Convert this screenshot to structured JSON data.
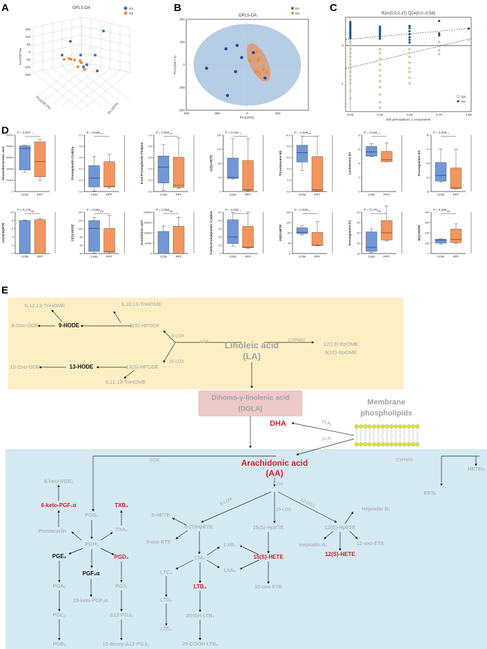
{
  "panel_labels": {
    "a": "A",
    "b": "B",
    "c": "C",
    "d": "D",
    "e": "E"
  },
  "colors": {
    "dv": "#3d6fae",
    "ns": "#f08a3c",
    "con": "#7197d6",
    "ppt": "#f2955e",
    "ellipse_outer": "#b6cde6",
    "ellipse_inner": "#d9a184",
    "yellow_bg": "#fdefc4",
    "blue_bg": "#d4e9f1",
    "dgla_bg": "#eccaca",
    "red": "#d3202e",
    "gray": "#a3a3a3"
  },
  "chart_data": [
    {
      "panel": "A",
      "type": "scatter3d",
      "title": "OPLS-DA",
      "legend": [
        "DV",
        "NS"
      ],
      "legend_placement": "top-right",
      "axis_labels": {
        "x": "PC1(20%)",
        "y": "PCo1(56.1%)",
        "z": "PCo2(4.6%)"
      },
      "z_ticks": [
        "150",
        "100",
        "50",
        "0",
        "-50",
        "-100",
        "-150"
      ],
      "y_ticks": [
        "-400",
        "-200",
        "0",
        "200",
        "400"
      ],
      "x_ticks": [
        "-400",
        "-200",
        "0",
        "200"
      ]
    },
    {
      "panel": "B",
      "type": "scatter",
      "title": "OPLS-DA",
      "xlabel": "PC1(20%)",
      "ylabel": "PCo1(56.1%)",
      "xlim": [
        -600,
        600
      ],
      "ylim": [
        -600,
        600
      ],
      "xticks": [
        "-600",
        "-300",
        "0",
        "300"
      ],
      "yticks": [
        "600",
        "300",
        "0",
        "-300",
        "-600"
      ],
      "legend": [
        "DV",
        "NS"
      ],
      "legend_placement": "top-right",
      "series": [
        {
          "name": "DV",
          "points": [
            [
              -400,
              -45
            ],
            [
              -210,
              210
            ],
            [
              -100,
              255
            ],
            [
              -55,
              95
            ],
            [
              -115,
              -90
            ],
            [
              -195,
              -405
            ],
            [
              60,
              160
            ],
            [
              175,
              -175
            ]
          ]
        },
        {
          "name": "NS",
          "points": [
            [
              95,
              175
            ],
            [
              25,
              55
            ],
            [
              110,
              80
            ],
            [
              105,
              55
            ],
            [
              90,
              -90
            ],
            [
              110,
              -100
            ],
            [
              155,
              -60
            ],
            [
              190,
              -105
            ]
          ]
        }
      ]
    },
    {
      "panel": "C",
      "type": "scatter",
      "title": "R2=(0.0,0.17)   Q2=(0.0,-0.58)",
      "xlabel": "200 permutations 1 components",
      "xticks": [
        "0.00",
        "0.25",
        "0.50",
        "0.75",
        "1.00"
      ],
      "yticks": [
        "0",
        "-1"
      ],
      "xlim": [
        -0.04,
        1.02
      ],
      "ylim": [
        -1.75,
        0.75
      ],
      "legend": [
        "Q2",
        "R2"
      ],
      "legend_placement": "bottom-right",
      "series": [
        {
          "name": "R2",
          "x": [
            0,
            0,
            0,
            0,
            0,
            0,
            0,
            0,
            0,
            0,
            0.25,
            0.25,
            0.25,
            0.25,
            0.25,
            0.25,
            0.25,
            0.25,
            0.25,
            0.5,
            0.5,
            0.5,
            0.5,
            0.5,
            0.5,
            0.5,
            0.75,
            0.75,
            0.75,
            1.0
          ],
          "y": [
            0.62,
            0.58,
            0.54,
            0.5,
            0.45,
            0.4,
            0.35,
            0.3,
            0.25,
            0.2,
            0.5,
            0.46,
            0.42,
            0.38,
            0.34,
            0.3,
            0.26,
            0.22,
            0.18,
            0.52,
            0.46,
            0.38,
            0.3,
            0.22,
            0.15,
            0.08,
            0.65,
            0.32,
            0.27,
            0.45
          ]
        },
        {
          "name": "Q2",
          "x": [
            0,
            0,
            0,
            0,
            0,
            0,
            0,
            0,
            0,
            0,
            0,
            0,
            0,
            0,
            0.25,
            0.25,
            0.25,
            0.25,
            0.25,
            0.25,
            0.25,
            0.25,
            0.25,
            0.25,
            0.25,
            0.25,
            0.5,
            0.5,
            0.5,
            0.5,
            0.5,
            0.5,
            0.5,
            0.5,
            0.75,
            0.75,
            0.75,
            1.0
          ],
          "y": [
            0.1,
            0,
            -0.1,
            -0.2,
            -0.3,
            -0.4,
            -0.5,
            -0.6,
            -0.7,
            -0.8,
            -0.9,
            -1.0,
            -1.2,
            -1.4,
            0,
            -0.1,
            -0.2,
            -0.35,
            -0.5,
            -0.65,
            -0.8,
            -0.95,
            -1.1,
            -1.3,
            -1.5,
            -1.65,
            -0.1,
            -0.2,
            -0.3,
            -0.45,
            -0.6,
            -0.7,
            -0.85,
            -1.0,
            0.1,
            -0.13,
            -0.23,
            0.15
          ]
        }
      ],
      "regression": {
        "R2_intercept": 0.17,
        "R2_at_1": 0.45,
        "Q2_intercept": -0.58,
        "Q2_at_1": 0.17
      }
    },
    {
      "panel": "D",
      "type": "box",
      "groups": [
        "CON",
        "PPT"
      ],
      "charts": [
        {
          "title": "Docosahexaenoic acid",
          "p": "P = 0.047",
          "sig": "*",
          "kind": "box",
          "ylim": [
            0,
            50000
          ],
          "yticks": [
            "0",
            "10000",
            "20000",
            "30000",
            "40000",
            "50000"
          ],
          "con": [
            17000,
            19000,
            38000,
            40500,
            41000
          ],
          "ppt": [
            10000,
            13000,
            26500,
            44000,
            46000
          ]
        },
        {
          "title": "Prostaglandin F2alpha",
          "p": "P = 0.009",
          "sig": "**",
          "kind": "box",
          "ylim": [
            0,
            1
          ],
          "yticks": [
            "0.0",
            "0.2",
            "0.4",
            "0.6",
            "0.8",
            "1.0"
          ],
          "con": [
            0.01,
            0.08,
            0.24,
            0.46,
            0.62
          ],
          "ppt": [
            0.06,
            0.08,
            0.09,
            0.53,
            0.66
          ]
        },
        {
          "title": "8-iso-Prostaglandin F2alpha",
          "p": "P = 0.009",
          "sig": "**",
          "kind": "box",
          "ylim": [
            0,
            1
          ],
          "yticks": [
            "0.0",
            "0.2",
            "0.4",
            "0.6",
            "0.8",
            "1.0"
          ],
          "con": [
            0.02,
            0.15,
            0.43,
            0.63,
            0.83
          ],
          "ppt": [
            0.06,
            0.07,
            0.11,
            0.61,
            0.95
          ]
        },
        {
          "title": "12(S)-HETE",
          "p": "P = 0.015",
          "sig": "*",
          "kind": "box",
          "ylim": [
            0,
            160
          ],
          "yticks": [
            "0",
            "40",
            "80",
            "120",
            "160"
          ],
          "con": [
            35,
            37,
            40,
            95,
            150
          ],
          "ppt": [
            2,
            3,
            5,
            88,
            150
          ]
        },
        {
          "title": "Thromboxane B2",
          "p": "P = 0.009",
          "sig": "**",
          "kind": "box",
          "ylim": [
            0,
            10
          ],
          "yticks": [
            "0.0",
            "2.0",
            "4.0",
            "6.0",
            "8.0",
            "10.0"
          ],
          "con": [
            3.7,
            5.2,
            6.9,
            8.2,
            9.8
          ],
          "ppt": [
            0.05,
            0.1,
            0.3,
            6.2,
            9.8
          ]
        },
        {
          "title": "Leukotriene B4",
          "p": "P = 0.015",
          "sig": "*",
          "kind": "box",
          "ylim": [
            0,
            8
          ],
          "yticks": [
            "0",
            "2",
            "4",
            "6",
            "8"
          ],
          "con": [
            4.9,
            5.0,
            5.6,
            6.4,
            6.8
          ],
          "ppt": [
            4.2,
            4.2,
            4.5,
            5.7,
            6.9
          ]
        },
        {
          "title": "Prostaglandin D2",
          "p": "P = 0.028",
          "sig": "*",
          "kind": "box",
          "ylim": [
            18,
            30
          ],
          "yticks": [
            "18",
            "21",
            "24",
            "27",
            "30"
          ],
          "con": [
            20,
            20.2,
            21.4,
            24.2,
            27
          ],
          "ppt": [
            18.5,
            18.6,
            18.8,
            23,
            27
          ]
        },
        {
          "title": "14(15)-EpETE",
          "p": "P = 0.175",
          "sig": "ns",
          "kind": "bar",
          "ylim": [
            0,
            10
          ],
          "yticks": [
            "0",
            "2",
            "4",
            "6",
            "8",
            "10"
          ],
          "con": [
            8.0,
            8.1
          ],
          "ppt": [
            8.2,
            8.4
          ]
        },
        {
          "title": "13(S)-HODE",
          "p": "P = 0.465",
          "sig": "ns",
          "kind": "box",
          "ylim": [
            40,
            140
          ],
          "yticks": [
            "40",
            "60",
            "80",
            "100",
            "120",
            "140"
          ],
          "con": [
            41,
            45,
            101,
            120,
            127
          ],
          "ppt": [
            40,
            43,
            45,
            101,
            132
          ]
        },
        {
          "title": "Arachidonic acid",
          "p": "P = 0.258",
          "sig": "ns",
          "kind": "bar",
          "ylim": [
            0,
            200000
          ],
          "yticks": [
            "0",
            "50000",
            "100000",
            "150000",
            "200000"
          ],
          "con": [
            107000,
            133000
          ],
          "ppt": [
            132000,
            176000
          ]
        },
        {
          "title": "6-keto-Prostaglandin F1alpha",
          "p": "P = 0.028",
          "sig": "*",
          "kind": "box",
          "ylim": [
            0,
            50
          ],
          "yticks": [
            "0",
            "10",
            "20",
            "30",
            "40",
            "50"
          ],
          "con": [
            9,
            12,
            20,
            41,
            50
          ],
          "ppt": [
            6,
            7,
            8,
            33,
            50
          ]
        },
        {
          "title": "15(S)-HETE",
          "p": "P = 0.028",
          "sig": "*",
          "kind": "box",
          "ylim": [
            0,
            160
          ],
          "yticks": [
            "0",
            "40",
            "80",
            "120",
            "160"
          ],
          "con": [
            72,
            77,
            82,
            100,
            109
          ],
          "ppt": [
            30,
            31,
            32,
            82,
            124
          ]
        },
        {
          "title": "Prostaglandin E2",
          "p": "P = 0.175",
          "sig": "ns",
          "kind": "box",
          "ylim": [
            30,
            50
          ],
          "yticks": [
            "30",
            "35",
            "40",
            "45",
            "50"
          ],
          "con": [
            30.5,
            31,
            33,
            40.5,
            42
          ],
          "ppt": [
            36,
            36.5,
            40,
            46,
            53
          ]
        },
        {
          "title": "9(S)-HODE",
          "p": "P = 0.465",
          "sig": "ns",
          "kind": "box",
          "ylim": [
            0,
            400
          ],
          "yticks": [
            "0",
            "100",
            "200",
            "300",
            "400"
          ],
          "con": [
            90,
            100,
            128,
            140,
            143
          ],
          "ppt": [
            100,
            105,
            135,
            237,
            287
          ]
        }
      ]
    }
  ],
  "pathway": {
    "la": {
      "name": "Linoleic acid",
      "abbr": "(LA)"
    },
    "n": {
      "trihome1": "9,12,13-TriHOME",
      "trihome2": "9,10,13-TriHOME",
      "oxo9": "9-Oxo-ODE",
      "hode9": "9-HODE",
      "hpode9": "9(S)-HPODE",
      "lox5a": "5-LOX",
      "loxa": "LOX",
      "cyp": "CYP450",
      "epome12": "12(13)-EpOME",
      "epome9": "9(10)-EpOME",
      "lox15a": "15-LOX",
      "oxo13": "13-Oxo-ODE",
      "hode13": "13-HODE",
      "hpode13": "13(S)-HPODE",
      "trihome3": "9,12,13-TriHOME",
      "dgla1": "Dihomo-γ-linolenic acid",
      "dgla2": "(DGLA)",
      "mem1": "Membrane",
      "mem2": "phospholipids",
      "dha": "DHA",
      "pla1": "PLA₂",
      "pla2": "PLA₂",
      "aa1": "Arachidonic acid",
      "aa2": "(AA)",
      "cox": "COX",
      "cyp2": "CYP450",
      "hetes": "HETEs",
      "eets": "EETs",
      "lox": "LOX",
      "kpge1": "6-keto-PGE₁",
      "kpgf1": "6-keto-PGF₁α",
      "pgg2": "PGG₂",
      "txb2": "TXB₂",
      "txa2": "TXA₂",
      "prostacyclin": "Prostacyclin",
      "pgh2": "PGH₂",
      "pge2": "PGE₂",
      "pgd2": "PGD₂",
      "pgf2": "PGF₂α",
      "pga2": "PGA₂",
      "pgj2": "PGJ₂",
      "kpgf2": "15-keto-PGF₂α",
      "pgc2": "PGC₂",
      "d12pgj2": "Δ12-PGJ₂",
      "pgb2": "PGB₂",
      "dd12pgj2": "15-deoxy-Δ12-PGJ₂",
      "lox5": "5-LOX",
      "lox15": "15-LOX",
      "lox12": "12-LOX",
      "hete5": "5-HETE",
      "hpete5": "5-(S)HpETE",
      "oxoete5": "5-oxo-ETE",
      "lta4": "LTA₄",
      "lxb4": "LXB₄",
      "lxa4": "LXA₄",
      "ltc4": "LTC₄",
      "ltb4": "LTB₄",
      "ltd4": "LTD₄",
      "ohltb4": "20-OH-LTB₄",
      "lte4": "LTE₄",
      "coohltb4": "20-COOH-LTB₄",
      "hpete15": "15(S)-HpETE",
      "hete15": "15(S)-HETE",
      "oxoete15": "15-oxo-ETE",
      "hpete12": "12(S)-HpETE",
      "hepb3": "Hepoxilin B₃",
      "hepa3": "Hepoxilin A₃",
      "oxoete12": "12-oxo-ETE",
      "hete12": "12(S)-HETE"
    }
  }
}
